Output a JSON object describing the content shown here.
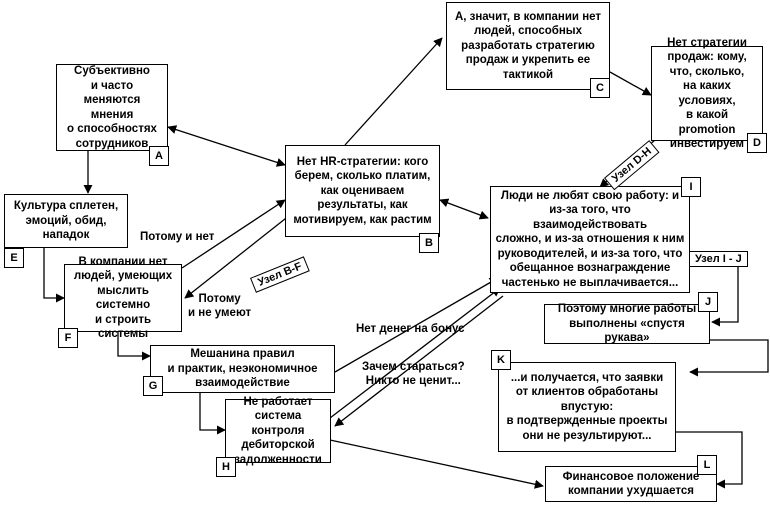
{
  "nodes": {
    "A": {
      "text": "Субъективно\nи часто меняются\nмнения\nо способностях\nсотрудников",
      "label": "A"
    },
    "B": {
      "text": "Нет HR-стратегии: кого\nберем, сколько платим,\nкак оцениваем\nрезультаты, как\nмотивируем, как растим",
      "label": "B"
    },
    "C": {
      "text": "А, значит, в компании нет\nлюдей, способных\nразработать стратегию\nпродаж и укрепить ее\nтактикой",
      "label": "C"
    },
    "D": {
      "text": "Нет стратегии\nпродаж: кому,\nчто, сколько,\nна каких условиях,\nв какой promotion\nинвестируем",
      "label": "D"
    },
    "E": {
      "text": "Культура сплетен,\nэмоций, обид,\nнападок",
      "label": "E"
    },
    "F": {
      "text": "В компании нет\nлюдей, умеющих\nмыслить системно\nи строить системы",
      "label": "F"
    },
    "G": {
      "text": "Мешанина правил\nи практик, неэкономичное\nвзаимодействие",
      "label": "G"
    },
    "H": {
      "text": "Не работает\nсистема контроля\nдебиторской\nзадолженности",
      "label": "H"
    },
    "I": {
      "text": "Люди не любят свою работу: и\nиз-за того, что взаимодействовать\nсложно, и из-за отношения к ним\nруководителей, и из-за того, что\nобещанное вознаграждение\nчастенько не выплачивается...",
      "label": "I"
    },
    "J": {
      "text": "Поэтому многие работы\nвыполнены «спустя рукава»",
      "label": "J"
    },
    "K": {
      "text": "...и получается, что заявки\nот клиентов обработаны\nвпустую:\nв подтвержденные проекты\nони не результируют...",
      "label": "K"
    },
    "L": {
      "text": "Финансовое положение\nкомпании ухудшается",
      "label": "L"
    }
  },
  "edge_labels": {
    "potomu_i_net": "Потому и нет",
    "potomu_ne_umeyut": "Потому\nи не умеют",
    "net_deneg": "Нет денег на бонус",
    "zachem": "Зачем стараться?\nНикто не ценит..."
  },
  "node_tags": {
    "bf": "Узел B-F",
    "dh": "Узел D-H",
    "ij": "Узел I - J"
  }
}
